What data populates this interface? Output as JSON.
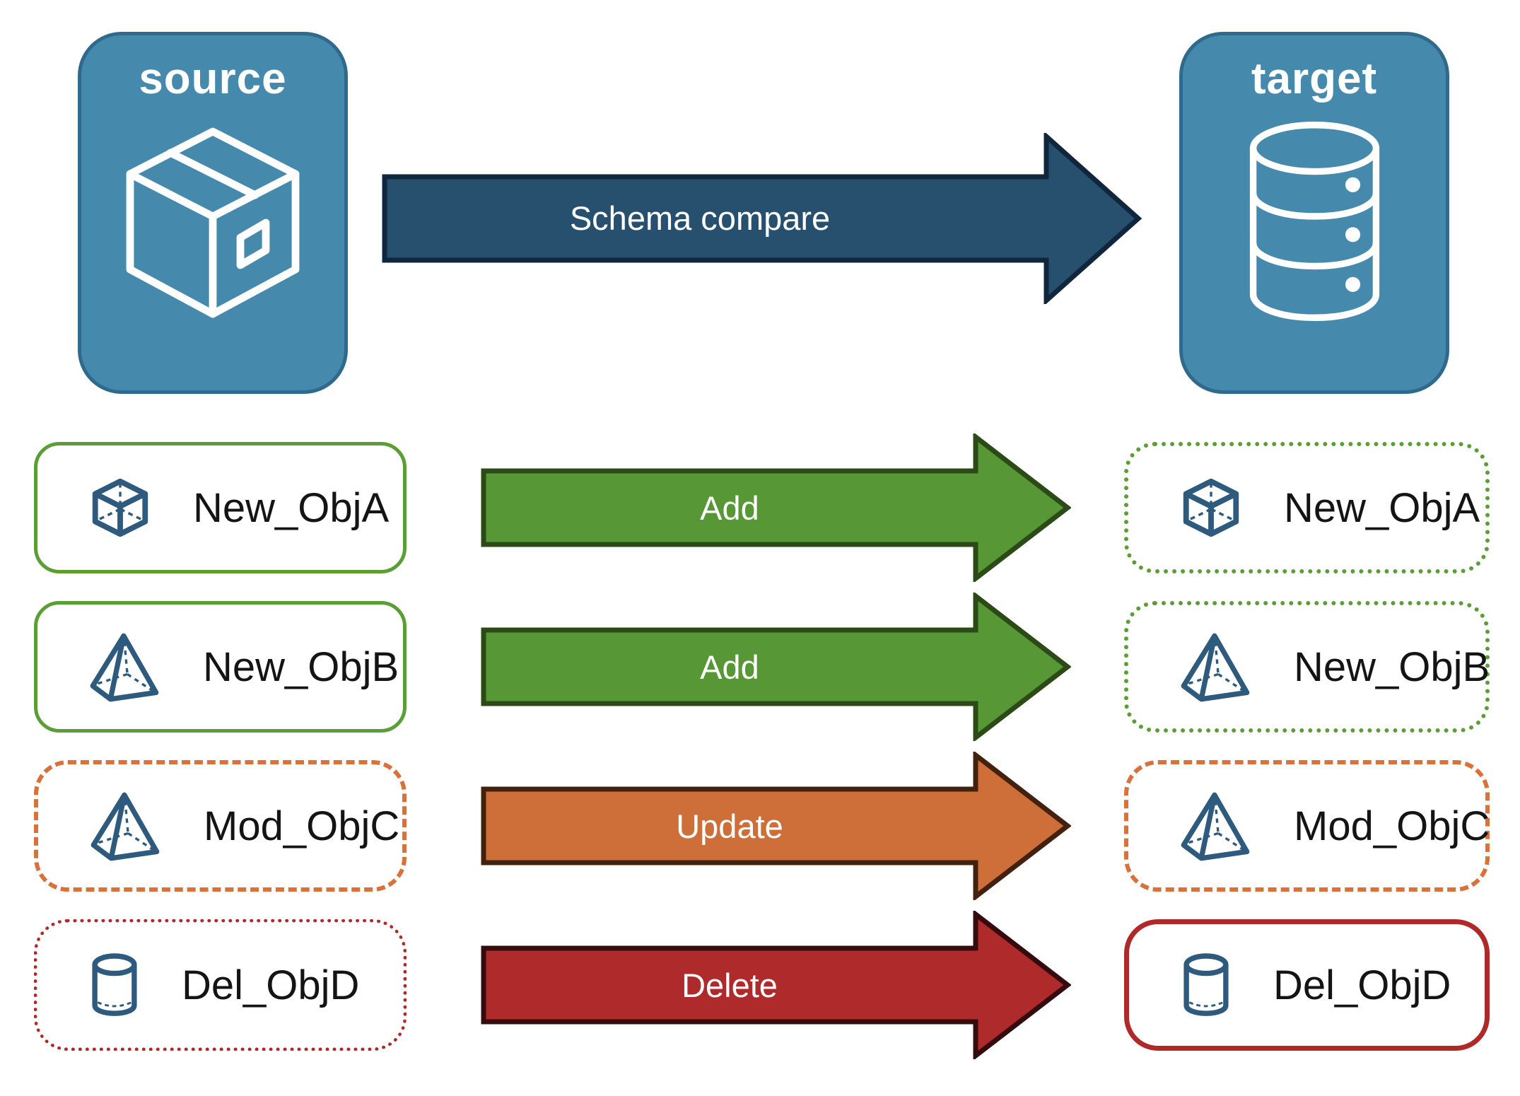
{
  "endpoints": {
    "source": {
      "label": "source",
      "icon": "package-icon"
    },
    "target": {
      "label": "target",
      "icon": "database-icon"
    }
  },
  "schema_arrow": {
    "label": "Schema compare",
    "fill": "#27506F",
    "stroke": "#10263C"
  },
  "rows": [
    {
      "object": "New_ObjA",
      "icon": "cube-icon",
      "action": "Add",
      "arrow_fill": "#579736",
      "arrow_stroke": "#2C4A17",
      "source_card_border": "solid green",
      "target_card_border": "dotted green"
    },
    {
      "object": "New_ObjB",
      "icon": "pyramid-icon",
      "action": "Add",
      "arrow_fill": "#579736",
      "arrow_stroke": "#2C4A17",
      "source_card_border": "solid green",
      "target_card_border": "dotted green"
    },
    {
      "object": "Mod_ObjC",
      "icon": "pyramid-icon",
      "action": "Update",
      "arrow_fill": "#CE6E38",
      "arrow_stroke": "#42210F",
      "source_card_border": "dashed orange",
      "target_card_border": "dashed orange"
    },
    {
      "object": "Del_ObjD",
      "icon": "cylinder-icon",
      "action": "Delete",
      "arrow_fill": "#AF2A2A",
      "arrow_stroke": "#350C0E",
      "source_card_border": "dotted red",
      "target_card_border": "solid red"
    }
  ],
  "colors": {
    "endpoint_fill": "#4589AC",
    "endpoint_border": "#2F6A8C",
    "schema_arrow_fill": "#27506F",
    "add_arrow_fill": "#579736",
    "update_arrow_fill": "#CE6E38",
    "delete_arrow_fill": "#AF2A2A",
    "green_border": "#5B9E35",
    "orange_border": "#D8713A",
    "red_border": "#B02929",
    "object_icon_navy": "#2E5A7D",
    "background": "#FFFFFF",
    "label_text": "#141414",
    "arrow_text": "#FFFFFF"
  }
}
